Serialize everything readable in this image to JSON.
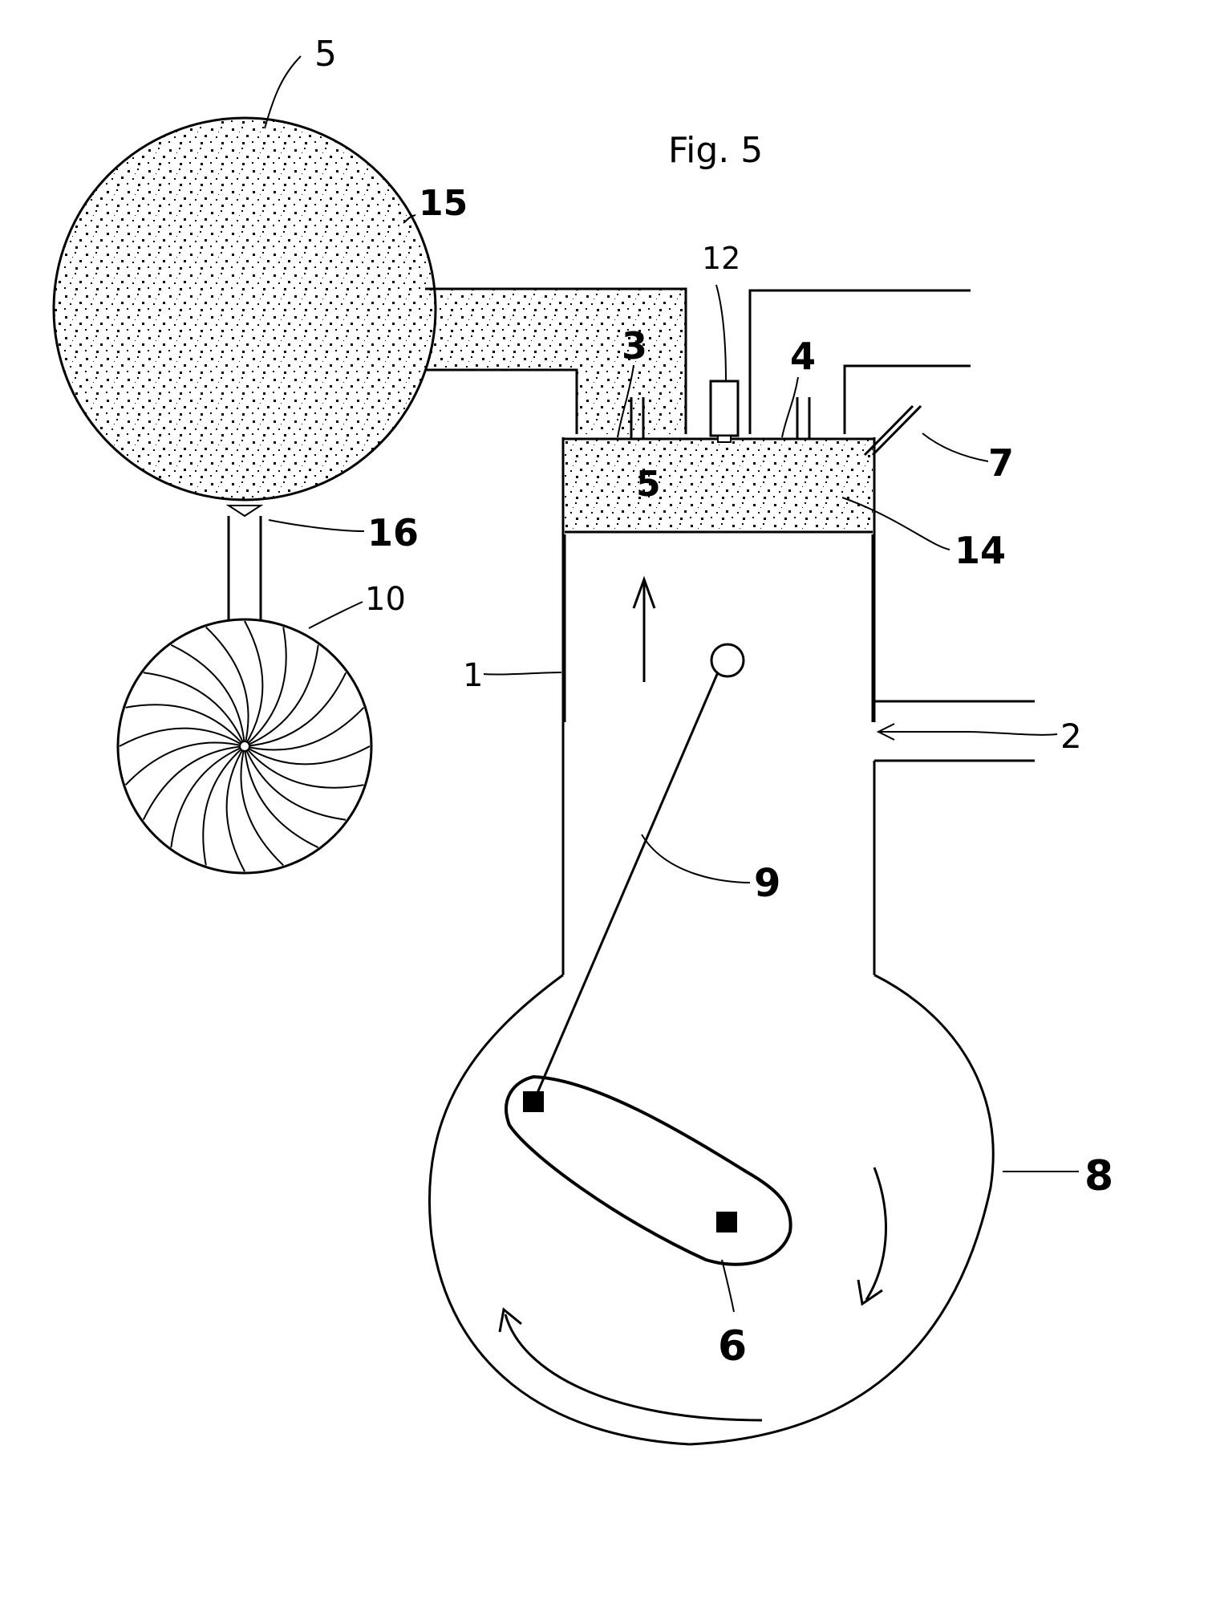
{
  "figure": {
    "title": "Fig. 5",
    "labels": {
      "l5_top": "5",
      "l15": "15",
      "l12": "12",
      "l3": "3",
      "l4": "4",
      "l7": "7",
      "l5_mid": "5",
      "l14": "14",
      "l16": "16",
      "l10": "10",
      "l1": "1",
      "l2": "2",
      "l9": "9",
      "l8": "8",
      "l6": "6"
    }
  },
  "colors": {
    "line": "#000000",
    "background": "#ffffff",
    "stipple": "#000000"
  }
}
